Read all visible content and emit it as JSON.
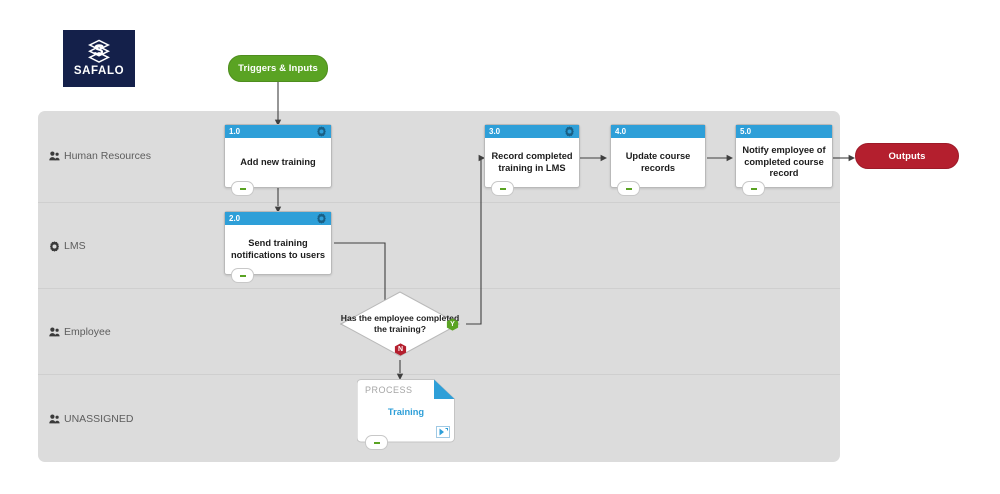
{
  "brand": {
    "name": "SAFALO",
    "logo_icon": "stacked-hexagon-s-logo",
    "bg_color": "#14204a"
  },
  "terminators": {
    "start": {
      "label": "Triggers & Inputs",
      "color": "#5aa323"
    },
    "end": {
      "label": "Outputs",
      "color": "#b41f2e"
    }
  },
  "lanes": [
    {
      "id": "human-resources",
      "label": "Human Resources",
      "icon": "users-icon"
    },
    {
      "id": "lms",
      "label": "LMS",
      "icon": "gear-icon"
    },
    {
      "id": "employee",
      "label": "Employee",
      "icon": "users-icon"
    },
    {
      "id": "unassigned",
      "label": "UNASSIGNED",
      "icon": "users-icon"
    }
  ],
  "activities": [
    {
      "id": "add-new-training",
      "number": "1.0",
      "text": "Add new training",
      "lane": "human-resources",
      "has_header_icon": true,
      "header_icon": "gear-icon",
      "header_color": "#2e9fd8",
      "chip": "-"
    },
    {
      "id": "send-training-notifications",
      "number": "2.0",
      "text": "Send training notifications to users",
      "lane": "lms",
      "has_header_icon": true,
      "header_icon": "gear-icon",
      "header_color": "#2e9fd8",
      "chip": "-"
    },
    {
      "id": "record-completed-training",
      "number": "3.0",
      "text": "Record completed training in LMS",
      "lane": "human-resources",
      "has_header_icon": true,
      "header_icon": "gear-icon",
      "header_color": "#2e9fd8",
      "chip": "-"
    },
    {
      "id": "update-course-records",
      "number": "4.0",
      "text": "Update course records",
      "lane": "human-resources",
      "has_header_icon": false,
      "header_icon": "",
      "header_color": "#2e9fd8",
      "chip": "-"
    },
    {
      "id": "notify-employee",
      "number": "5.0",
      "text": "Notify employee of completed course record",
      "lane": "human-resources",
      "has_header_icon": false,
      "header_icon": "",
      "header_color": "#2e9fd8",
      "chip": "-"
    }
  ],
  "decision": {
    "id": "employee-completed-training",
    "text": "Has the employee completed the training?",
    "lane": "employee",
    "branches": [
      {
        "key": "Y",
        "label": "Y",
        "color": "#5aa323"
      },
      {
        "key": "N",
        "label": "N",
        "color": "#b41f2e"
      }
    ]
  },
  "subprocess": {
    "id": "training-subprocess",
    "kicker": "PROCESS",
    "name": "Training",
    "lane": "unassigned",
    "chip": "-",
    "fold_color": "#2e9fd8",
    "expand_icon": "expand-arrow-icon",
    "name_color": "#2e9fd8"
  },
  "colors": {
    "lane_bg": "#dcdcdc",
    "lane_divider": "#cfcfcf",
    "header_blue": "#2e9fd8",
    "connector": "#3f3f3f",
    "page_bg": "#ffffff"
  }
}
